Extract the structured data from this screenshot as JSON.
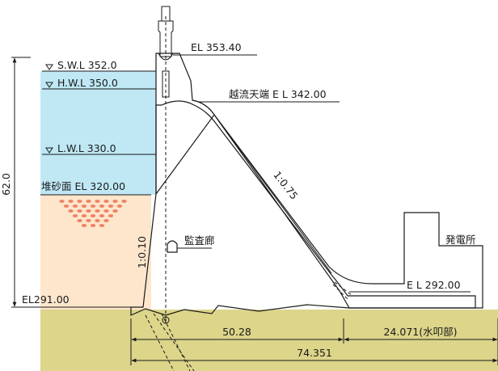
{
  "colors": {
    "water": "#bfe8f4",
    "sediment": "#fde6cc",
    "sediment_dots": "#ee8466",
    "ground": "#dcd58a",
    "dam_body": "#a8a8a8",
    "dam_shell": "#dcdcdc",
    "outline": "#1a1a1a"
  },
  "levels": {
    "crest": "EL 353.40",
    "swl": "S.W.L 352.0",
    "hwl": "H.W.L 350.0",
    "spillway_crest": "越流天端 E L 342.00",
    "lwl": "L.W.L 330.0",
    "sediment_surface": "堆砂面 EL 320.00",
    "foundation": "EL291.00",
    "tailwater": "E L 292.00"
  },
  "labels": {
    "height": "62.0",
    "upstream_slope": "1:0.10",
    "downstream_slope": "1:0.75",
    "gallery": "監査廊",
    "powerhouse": "発電所"
  },
  "dimensions": {
    "base_upstream": "50.28",
    "base_apron": "24.071(水叩部)",
    "base_total": "74.351"
  },
  "icons": {
    "water_level_marker": "inverted-triangle-icon",
    "centerline_origin": "circle-marker-icon"
  }
}
